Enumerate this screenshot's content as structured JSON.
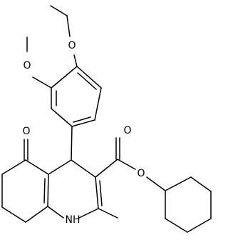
{
  "atoms": {
    "ether_oxygen_top": "O",
    "ether_oxygen_methoxy": "O",
    "ketone_oxygen": "O",
    "ester_carbonyl_oxygen": "O",
    "ester_oxygen": "O",
    "ring_nitrogen": "NH"
  },
  "colors": {
    "bond": "#000000",
    "label": "#000000",
    "background": "#ffffff"
  }
}
